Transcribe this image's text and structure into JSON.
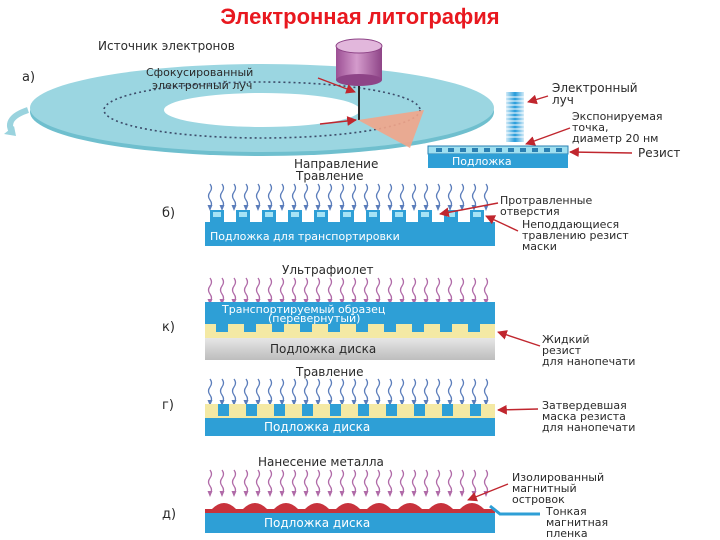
{
  "title": "Электронная литография",
  "colors": {
    "title": "#e8181f",
    "disc": "#8fd0dc",
    "substrate": "#2e9fd6",
    "resist": "#f4e9a4",
    "metal": "#c8323c",
    "beam": "#1a96d8",
    "source": "#c27fb7",
    "arrow": "#c0262e"
  },
  "panels": {
    "a": {
      "letter": "а)",
      "source": "Источник электронов",
      "focused_beam": [
        "Сфокусированный",
        "электронный луч"
      ],
      "electron_beam": [
        "Электронный",
        "луч"
      ],
      "exposed_dot": [
        "Экспонируемая",
        "точка,",
        "диаметр 20 нм"
      ],
      "direction": "Направление",
      "substrate": "Подложка",
      "resist": "Резист"
    },
    "b": {
      "letter": "б)",
      "top": "Травление",
      "holes": [
        "Протравленные",
        "отверстия"
      ],
      "mask": [
        "Неподдающиеся",
        "травлению резист",
        "маски"
      ],
      "substrate": "Подложка для транспортировки"
    },
    "c": {
      "letter": "к)",
      "top": "Ультрафиолет",
      "sample": [
        "Транспортируемый образец",
        "(перевернутый)"
      ],
      "substrate": "Подложка диска",
      "liquid": [
        "Жидкий",
        "резист",
        "для нанопечати"
      ]
    },
    "d": {
      "letter": "г)",
      "top": "Травление",
      "substrate": "Подложка диска",
      "hardened": [
        "Затвердевшая",
        "маска резиста",
        "для нанопечати"
      ]
    },
    "e": {
      "letter": "д)",
      "top": "Нанесение металла",
      "substrate": "Подложка диска",
      "island": [
        "Изолированный",
        "магнитный",
        "островок"
      ],
      "film": [
        "Тонкая",
        "магнитная",
        "пленка"
      ]
    }
  }
}
